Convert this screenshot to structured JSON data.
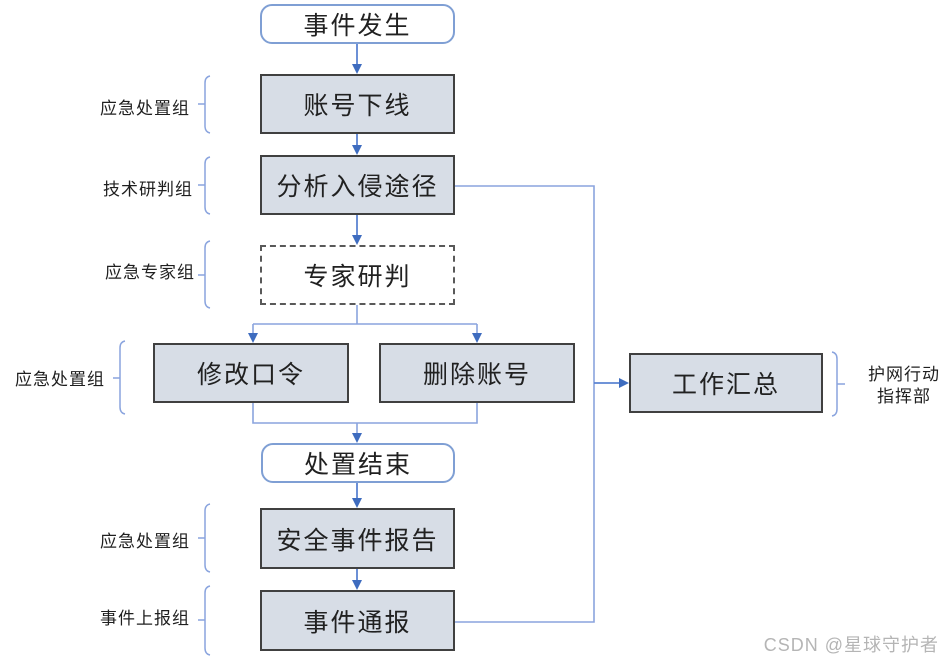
{
  "diagram": {
    "nodes": {
      "event_occurred": {
        "label": "事件发生",
        "shape": "rounded"
      },
      "account_offline": {
        "label": "账号下线",
        "shape": "rect"
      },
      "analyze_intrusion_path": {
        "label": "分析入侵途径",
        "shape": "rect"
      },
      "expert_judgment": {
        "label": "专家研判",
        "shape": "dashed"
      },
      "change_password": {
        "label": "修改口令",
        "shape": "rect"
      },
      "delete_account": {
        "label": "删除账号",
        "shape": "rect"
      },
      "disposal_end": {
        "label": "处置结束",
        "shape": "rounded"
      },
      "security_incident_report": {
        "label": "安全事件报告",
        "shape": "rect"
      },
      "incident_notification": {
        "label": "事件通报",
        "shape": "rect"
      },
      "work_summary": {
        "label": "工作汇总",
        "shape": "rect"
      }
    },
    "edges": [
      {
        "from": "事件发生",
        "to": "账号下线"
      },
      {
        "from": "账号下线",
        "to": "分析入侵途径"
      },
      {
        "from": "分析入侵途径",
        "to": "专家研判"
      },
      {
        "from": "专家研判",
        "to": "修改口令"
      },
      {
        "from": "专家研判",
        "to": "删除账号"
      },
      {
        "from": "修改口令",
        "to": "处置结束"
      },
      {
        "from": "删除账号",
        "to": "处置结束"
      },
      {
        "from": "处置结束",
        "to": "安全事件报告"
      },
      {
        "from": "安全事件报告",
        "to": "事件通报"
      },
      {
        "from": "分析入侵途径",
        "to": "工作汇总"
      },
      {
        "from": "事件通报",
        "to": "工作汇总"
      }
    ],
    "left_labels": [
      {
        "label": "应急处置组",
        "target": "账号下线"
      },
      {
        "label": "技术研判组",
        "target": "分析入侵途径"
      },
      {
        "label": "应急专家组",
        "target": "专家研判"
      },
      {
        "label": "应急处置组",
        "target": "修改口令 / 删除账号"
      },
      {
        "label": "应急处置组",
        "target": "安全事件报告"
      },
      {
        "label": "事件上报组",
        "target": "事件通报"
      }
    ],
    "right_label": {
      "lines": [
        "护网行动",
        "指挥部"
      ],
      "target": "工作汇总"
    },
    "colors": {
      "box_fill": "#d7dde6",
      "box_border": "#404040",
      "rounded_border": "#7f9fd4",
      "dashed_border": "#595959",
      "connector": "#8aa4de",
      "arrowhead": "#3e6cbf",
      "text": "#1f1f1f",
      "watermark": "#b5b5b5"
    }
  },
  "watermark": {
    "text": "CSDN @星球守护者"
  }
}
